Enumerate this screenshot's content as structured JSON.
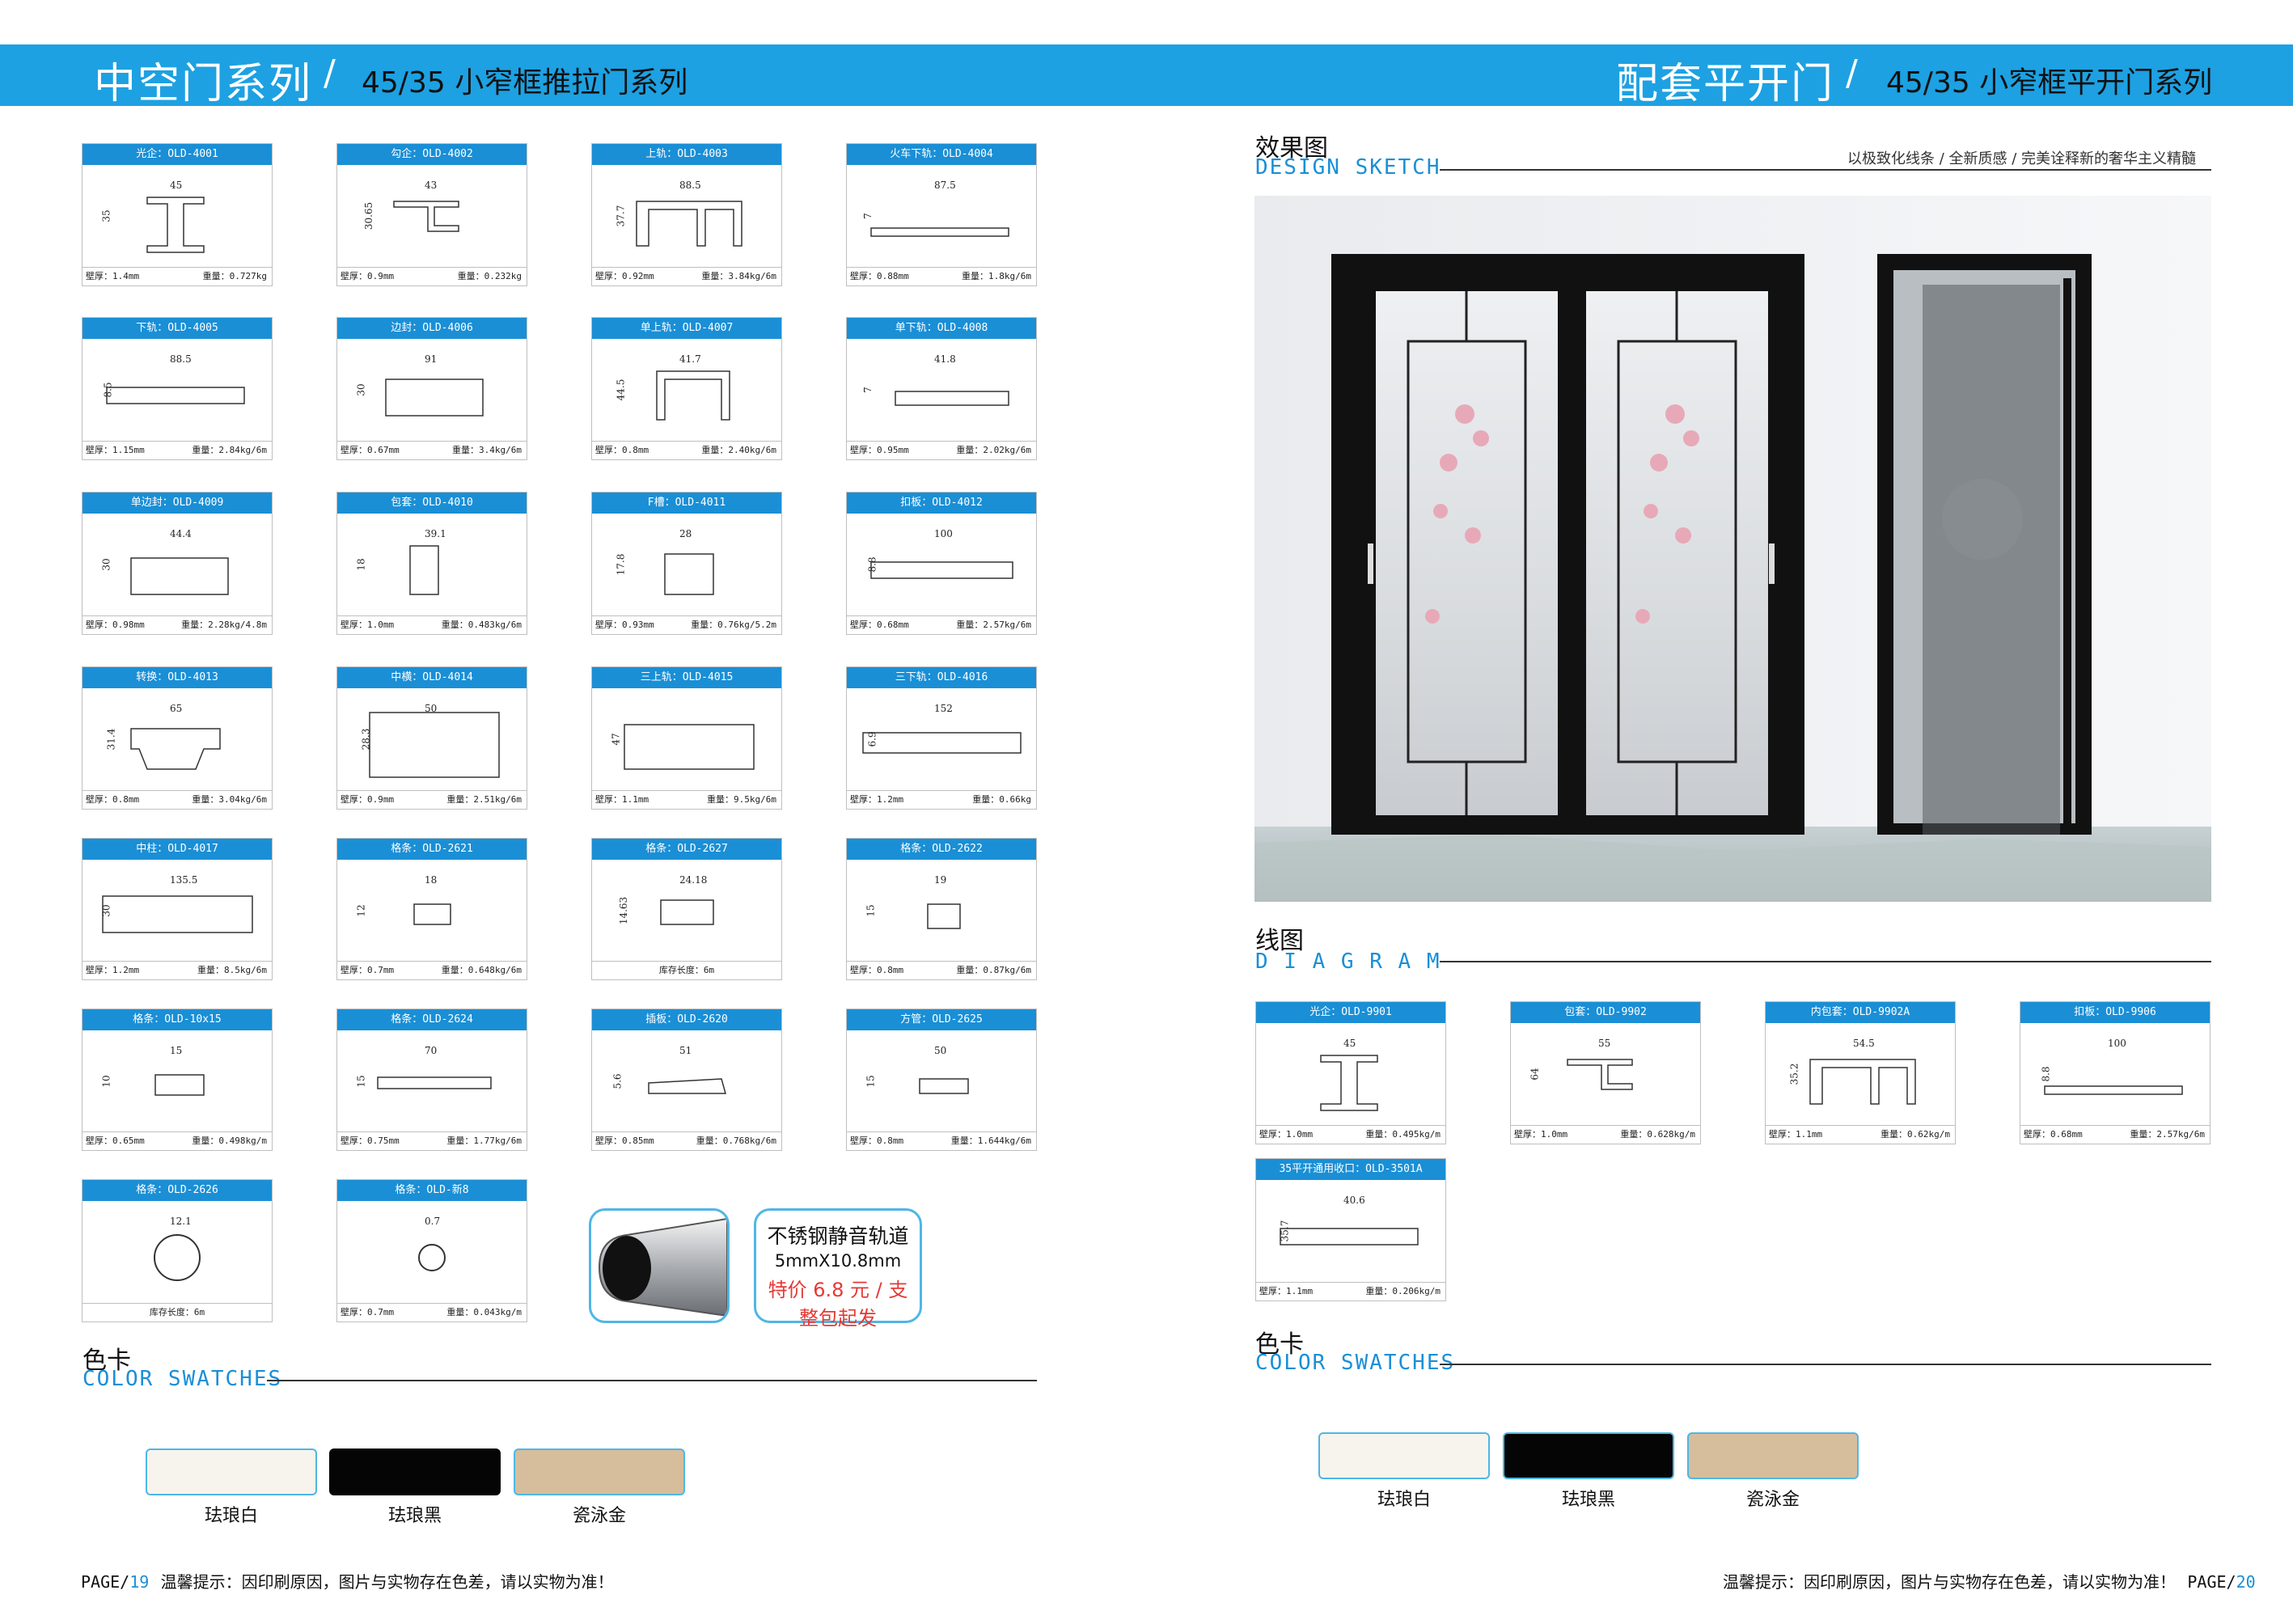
{
  "header": {
    "left_title": "中空门系列",
    "left_sub": "45/35 小窄框推拉门系列",
    "right_title": "配套平开门",
    "right_sub": "45/35 小窄框平开门系列",
    "slash": "/"
  },
  "left_cards": [
    {
      "title": "光企：OLD-4001",
      "spec1": "壁厚：1.4mm",
      "spec2": "重量：0.727kg",
      "dims": [
        "45",
        "35"
      ]
    },
    {
      "title": "勾企：OLD-4002",
      "spec1": "壁厚：0.9mm",
      "spec2": "重量：0.232kg",
      "dims": [
        "43",
        "30.65"
      ]
    },
    {
      "title": "上轨：OLD-4003",
      "spec1": "壁厚：0.92mm",
      "spec2": "重量：3.84kg/6m",
      "dims": [
        "88.5",
        "37.7"
      ]
    },
    {
      "title": "火车下轨：OLD-4004",
      "spec1": "壁厚：0.88mm",
      "spec2": "重量：1.8kg/6m",
      "dims": [
        "87.5",
        "7"
      ]
    },
    {
      "title": "下轨：OLD-4005",
      "spec1": "壁厚：1.15mm",
      "spec2": "重量：2.84kg/6m",
      "dims": [
        "88.5",
        "8.5"
      ]
    },
    {
      "title": "边封：OLD-4006",
      "spec1": "壁厚：0.67mm",
      "spec2": "重量：3.4kg/6m",
      "dims": [
        "91",
        "30"
      ]
    },
    {
      "title": "单上轨：OLD-4007",
      "spec1": "壁厚：0.8mm",
      "spec2": "重量：2.40kg/6m",
      "dims": [
        "41.7",
        "44.5"
      ]
    },
    {
      "title": "单下轨：OLD-4008",
      "spec1": "壁厚：0.95mm",
      "spec2": "重量：2.02kg/6m",
      "dims": [
        "41.8",
        "7"
      ]
    },
    {
      "title": "单边封：OLD-4009",
      "spec1": "壁厚：0.98mm",
      "spec2": "重量：2.28kg/4.8m",
      "dims": [
        "44.4",
        "30"
      ]
    },
    {
      "title": "包套：OLD-4010",
      "spec1": "壁厚：1.0mm",
      "spec2": "重量：0.483kg/6m",
      "dims": [
        "39.1",
        "18"
      ]
    },
    {
      "title": "F槽：OLD-4011",
      "spec1": "壁厚：0.93mm",
      "spec2": "重量：0.76kg/5.2m",
      "dims": [
        "28",
        "17.8"
      ]
    },
    {
      "title": "扣板：OLD-4012",
      "spec1": "壁厚：0.68mm",
      "spec2": "重量：2.57kg/6m",
      "dims": [
        "100",
        "8.8"
      ]
    },
    {
      "title": "转换：OLD-4013",
      "spec1": "壁厚：0.8mm",
      "spec2": "重量：3.04kg/6m",
      "dims": [
        "65",
        "31.4"
      ]
    },
    {
      "title": "中横：OLD-4014",
      "spec1": "壁厚：0.9mm",
      "spec2": "重量：2.51kg/6m",
      "dims": [
        "50",
        "28.3"
      ]
    },
    {
      "title": "三上轨：OLD-4015",
      "spec1": "壁厚：1.1mm",
      "spec2": "重量：9.5kg/6m",
      "dims": [
        "",
        "47"
      ]
    },
    {
      "title": "三下轨：OLD-4016",
      "spec1": "壁厚：1.2mm",
      "spec2": "重量：0.66kg",
      "dims": [
        "152",
        "6.9"
      ]
    },
    {
      "title": "中柱：OLD-4017",
      "spec1": "壁厚：1.2mm",
      "spec2": "重量：8.5kg/6m",
      "dims": [
        "135.5",
        "30"
      ]
    },
    {
      "title": "格条：OLD-2621",
      "spec1": "壁厚：0.7mm",
      "spec2": "重量：0.648kg/6m",
      "dims": [
        "18",
        "12"
      ]
    },
    {
      "title": "格条：OLD-2627",
      "spec1": "库存长度：6m",
      "spec2": "",
      "dims": [
        "24.18",
        "14.63"
      ]
    },
    {
      "title": "格条：OLD-2622",
      "spec1": "壁厚：0.8mm",
      "spec2": "重量：0.87kg/6m",
      "dims": [
        "19",
        "15"
      ]
    },
    {
      "title": "格条：OLD-10x15",
      "spec1": "壁厚：0.65mm",
      "spec2": "重量：0.498kg/m",
      "dims": [
        "15",
        "10"
      ]
    },
    {
      "title": "格条：OLD-2624",
      "spec1": "壁厚：0.75mm",
      "spec2": "重量：1.77kg/6m",
      "dims": [
        "70",
        "15"
      ]
    },
    {
      "title": "插板：OLD-2620",
      "spec1": "壁厚：0.85mm",
      "spec2": "重量：0.768kg/6m",
      "dims": [
        "51",
        "5.6"
      ]
    },
    {
      "title": "方管：OLD-2625",
      "spec1": "壁厚：0.8mm",
      "spec2": "重量：1.644kg/6m",
      "dims": [
        "50",
        "15"
      ]
    },
    {
      "title": "格条：OLD-2626",
      "spec1": "库存长度：6m",
      "spec2": "",
      "dims": [
        "12.1",
        ""
      ]
    },
    {
      "title": "格条：OLD-新8",
      "spec1": "壁厚：0.7mm",
      "spec2": "重量：0.043kg/m",
      "dims": [
        "0.7",
        ""
      ]
    }
  ],
  "promo": {
    "line1": "不锈钢静音轨道",
    "line2": "5mmX10.8mm",
    "line3": "特价 6.8 元 / 支",
    "line4": "整包起发"
  },
  "left_swatch_section": {
    "cn": "色卡",
    "en": "COLOR SWATCHES"
  },
  "swatches": [
    {
      "label": "珐琅白",
      "color": "#f7f4ee"
    },
    {
      "label": "珐琅黑",
      "color": "#050505"
    },
    {
      "label": "瓷泳金",
      "color": "#d6be9c"
    }
  ],
  "design_section": {
    "cn": "效果图",
    "en": "DESIGN SKETCH",
    "tagline": "以极致化线条 / 全新质感 / 完美诠释新的奢华主义精髓"
  },
  "diagram_section": {
    "cn": "线图",
    "en": "D I A G R A M"
  },
  "right_cards": [
    {
      "title": "光企：OLD-9901",
      "spec1": "壁厚：1.0mm",
      "spec2": "重量：0.495kg/m",
      "dims": [
        "45",
        ""
      ]
    },
    {
      "title": "包套：OLD-9902",
      "spec1": "壁厚：1.0mm",
      "spec2": "重量：0.628kg/m",
      "dims": [
        "55",
        "64"
      ]
    },
    {
      "title": "内包套：OLD-9902A",
      "spec1": "壁厚：1.1mm",
      "spec2": "重量：0.62kg/m",
      "dims": [
        "54.5",
        "35.2"
      ]
    },
    {
      "title": "扣板：OLD-9906",
      "spec1": "壁厚：0.68mm",
      "spec2": "重量：2.57kg/6m",
      "dims": [
        "100",
        "8.8"
      ]
    },
    {
      "title": "35平开通用收口：OLD-3501A",
      "spec1": "壁厚：1.1mm",
      "spec2": "重量：0.206kg/m",
      "dims": [
        "40.6",
        "35.7"
      ]
    }
  ],
  "right_swatch_section": {
    "cn": "色卡",
    "en": "COLOR SWATCHES"
  },
  "footer": {
    "left_page_prefix": "PAGE/",
    "left_page_num": "19",
    "notice": "温馨提示：因印刷原因，图片与实物存在色差，请以实物为准！",
    "right_page_prefix": "PAGE/",
    "right_page_num": "20"
  }
}
